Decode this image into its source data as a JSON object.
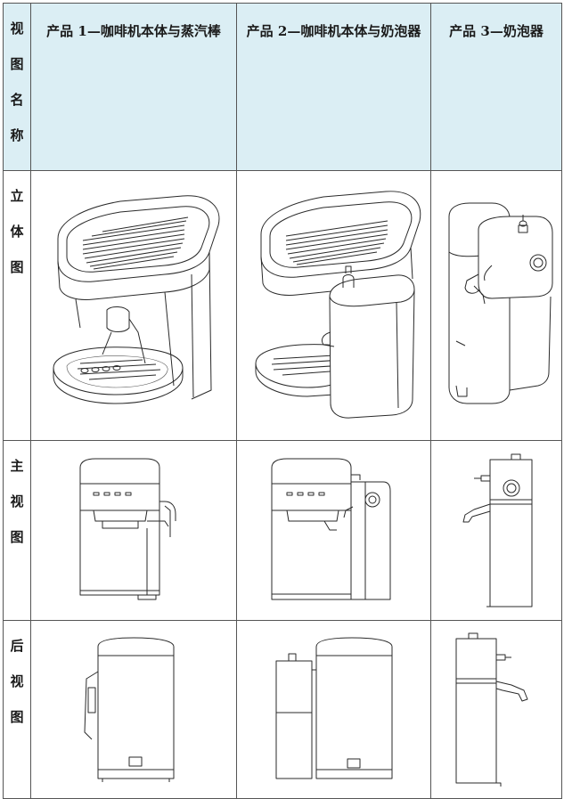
{
  "table": {
    "header": {
      "view_label_chars": [
        "视",
        "图",
        "名",
        "称"
      ],
      "columns": [
        "产品 1—咖啡机本体与蒸汽棒",
        "产品 2—咖啡机本体与奶泡器",
        "产品 3—奶泡器"
      ]
    },
    "rows": [
      {
        "label_chars": [
          "立",
          "体",
          "图"
        ]
      },
      {
        "label_chars": [
          "主",
          "视",
          "图"
        ]
      },
      {
        "label_chars": [
          "后",
          "视",
          "图"
        ]
      }
    ]
  }
}
